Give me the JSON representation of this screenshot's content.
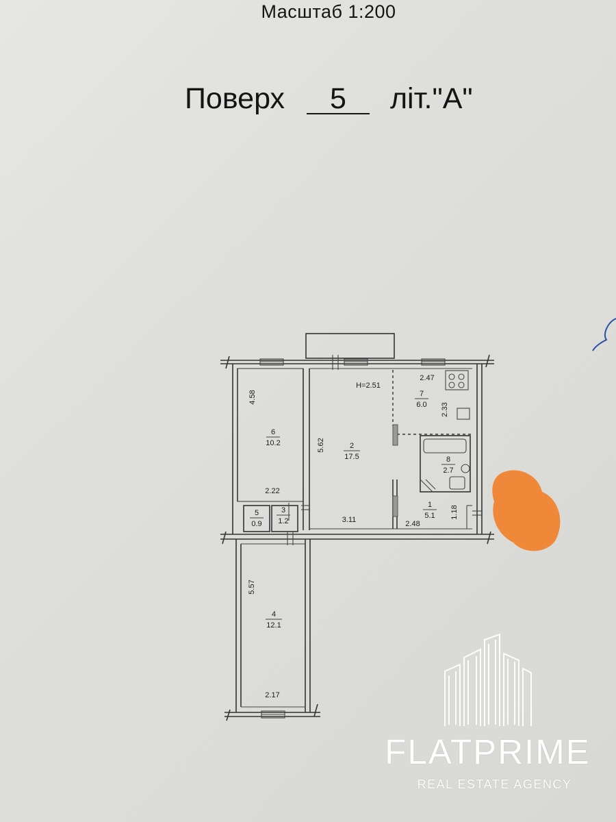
{
  "header": {
    "scale_label": "Масштаб 1:200",
    "floor_word": "Поверх",
    "floor_number": "5",
    "litera": "літ.\"А\""
  },
  "plan": {
    "ceiling_height": "H=2.51",
    "rooms": [
      {
        "number": "1",
        "area": "5.1"
      },
      {
        "number": "2",
        "area": "17.5"
      },
      {
        "number": "3",
        "area": "1.2"
      },
      {
        "number": "4",
        "area": "12.1"
      },
      {
        "number": "5",
        "area": "0.9"
      },
      {
        "number": "6",
        "area": "10.2"
      },
      {
        "number": "7",
        "area": "6.0"
      },
      {
        "number": "8",
        "area": "2.7"
      }
    ],
    "dimensions": {
      "room6_length": "4.58",
      "room6_width": "2.22",
      "room2_length": "5.62",
      "room2_width": "3.11",
      "room7_width": "2.47",
      "room7_length": "2.33",
      "room1_width": "2.48",
      "room1_length": "1.18",
      "room4_length": "5.57",
      "room4_width": "2.17"
    }
  },
  "watermark": {
    "brand": "FLATPRIME",
    "tagline": "REAL ESTATE AGENCY"
  },
  "colors": {
    "orange_mark": "#f0883a",
    "walls": "#333333"
  }
}
